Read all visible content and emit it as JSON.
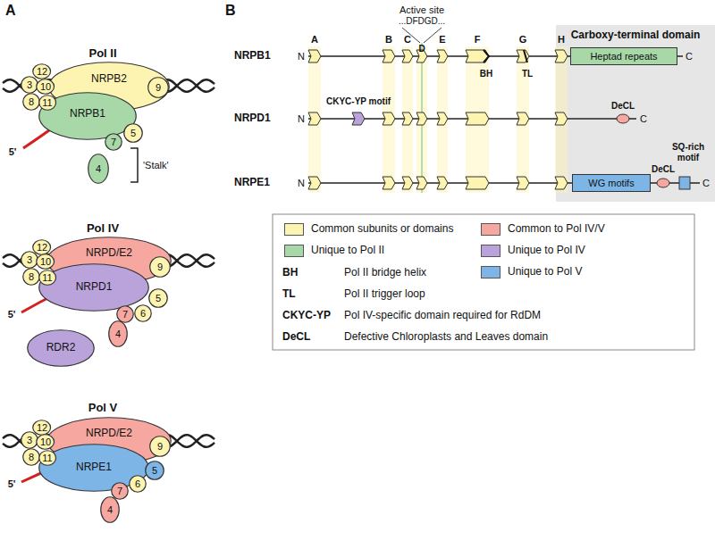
{
  "diagram": {
    "nodes": [
      {
        "text": [
          "NRPB2"
        ]
      },
      {
        "text": [
          "NRPB1"
        ]
      },
      {
        "text": [
          "12"
        ]
      },
      {
        "text": [
          "3"
        ]
      },
      {
        "text": [
          "10"
        ]
      },
      {
        "text": [
          "8"
        ]
      },
      {
        "text": [
          "11"
        ]
      },
      {
        "text": [
          "9"
        ]
      },
      {
        "text": [
          "5"
        ]
      },
      {
        "text": [
          "7"
        ]
      },
      {
        "text": [
          "4"
        ]
      },
      {
        "text": [
          "NRPD/E2"
        ]
      },
      {
        "text": [
          "NRPD1"
        ]
      },
      {
        "text": [
          "12"
        ]
      },
      {
        "text": [
          "3"
        ]
      },
      {
        "text": [
          "10"
        ]
      },
      {
        "text": [
          "8"
        ]
      },
      {
        "text": [
          "11"
        ]
      },
      {
        "text": [
          "9"
        ]
      },
      {
        "text": [
          "5"
        ]
      },
      {
        "text": [
          "6"
        ]
      },
      {
        "text": [
          "7"
        ]
      },
      {
        "text": [
          "4"
        ]
      },
      {
        "text": [
          "RDR2"
        ]
      },
      {
        "text": [
          "NRPD/E2"
        ]
      },
      {
        "text": [
          "NRPE1"
        ]
      },
      {
        "text": [
          "12"
        ]
      },
      {
        "text": [
          "3"
        ]
      },
      {
        "text": [
          "10"
        ]
      },
      {
        "text": [
          "8"
        ]
      },
      {
        "text": [
          "11"
        ]
      },
      {
        "text": [
          "9"
        ]
      },
      {
        "text": [
          "5"
        ]
      },
      {
        "text": [
          "6"
        ]
      },
      {
        "text": [
          "7"
        ]
      },
      {
        "text": [
          "4"
        ]
      },
      {
        "text": [
          "Heptad repeats"
        ]
      },
      {
        "text": [
          "WG motifs"
        ]
      }
    ],
    "labels": [
      "A",
      "Pol II",
      "5'",
      "'Stalk'",
      "Pol IV",
      "5'",
      "Pol V",
      "5'",
      "B",
      "Active site",
      "...DFDGD...",
      "Carboxy-terminal domain",
      "NRPB1",
      "N",
      "A",
      "B",
      "C",
      "D",
      "E",
      "F",
      "G",
      "H",
      "BH",
      "TL",
      "C",
      "NRPD1",
      "N",
      "CKYC-YP motif",
      "DeCL",
      "C",
      "NRPE1",
      "N",
      "DeCL",
      "SQ-rich motif",
      "C",
      "BH",
      "Pol II bridge helix",
      "TL",
      "Pol II trigger loop",
      "CKYC-YP",
      "Pol IV-specific domain required for RdDM",
      "DeCL",
      "Defective Chloroplasts and Leaves domain"
    ],
    "legend": [
      {
        "text": "Common subunits or domains",
        "color": "#fcf4b0"
      },
      {
        "text": "Unique to Pol II",
        "color": "#a8d8a8"
      },
      {
        "text": "Common to Pol IV/V",
        "color": "#f6a7a0"
      },
      {
        "text": "Unique to Pol IV",
        "color": "#b9a3da"
      },
      {
        "text": "Unique to Pol V",
        "color": "#7db6e6"
      }
    ]
  }
}
